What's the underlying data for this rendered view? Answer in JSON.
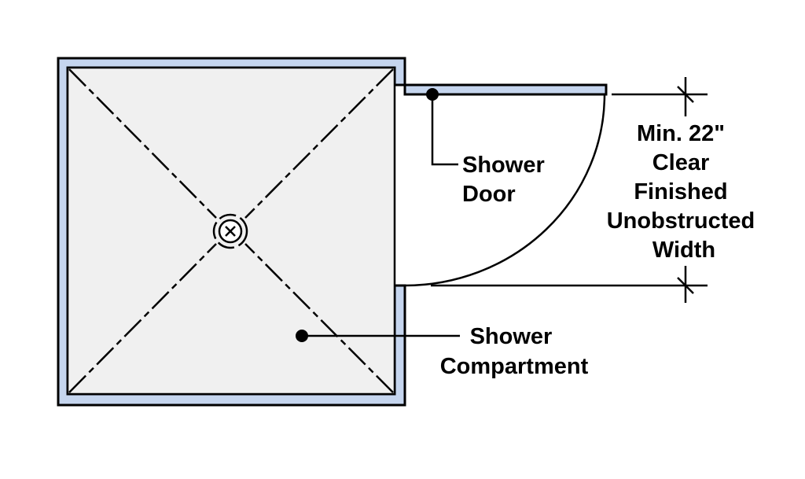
{
  "labels": {
    "shower_door": [
      "Shower",
      "Door"
    ],
    "shower_compartment": [
      "Shower",
      "Compartment"
    ],
    "clearance": [
      "Min. 22\"",
      "Clear",
      "Finished",
      "Unobstructed",
      "Width"
    ]
  },
  "colors": {
    "wall_fill": "#c5d5ee",
    "floor_fill": "#f0f0f0",
    "line": "#000000",
    "background": "#ffffff"
  },
  "icons": {
    "drain": "drain-icon"
  }
}
